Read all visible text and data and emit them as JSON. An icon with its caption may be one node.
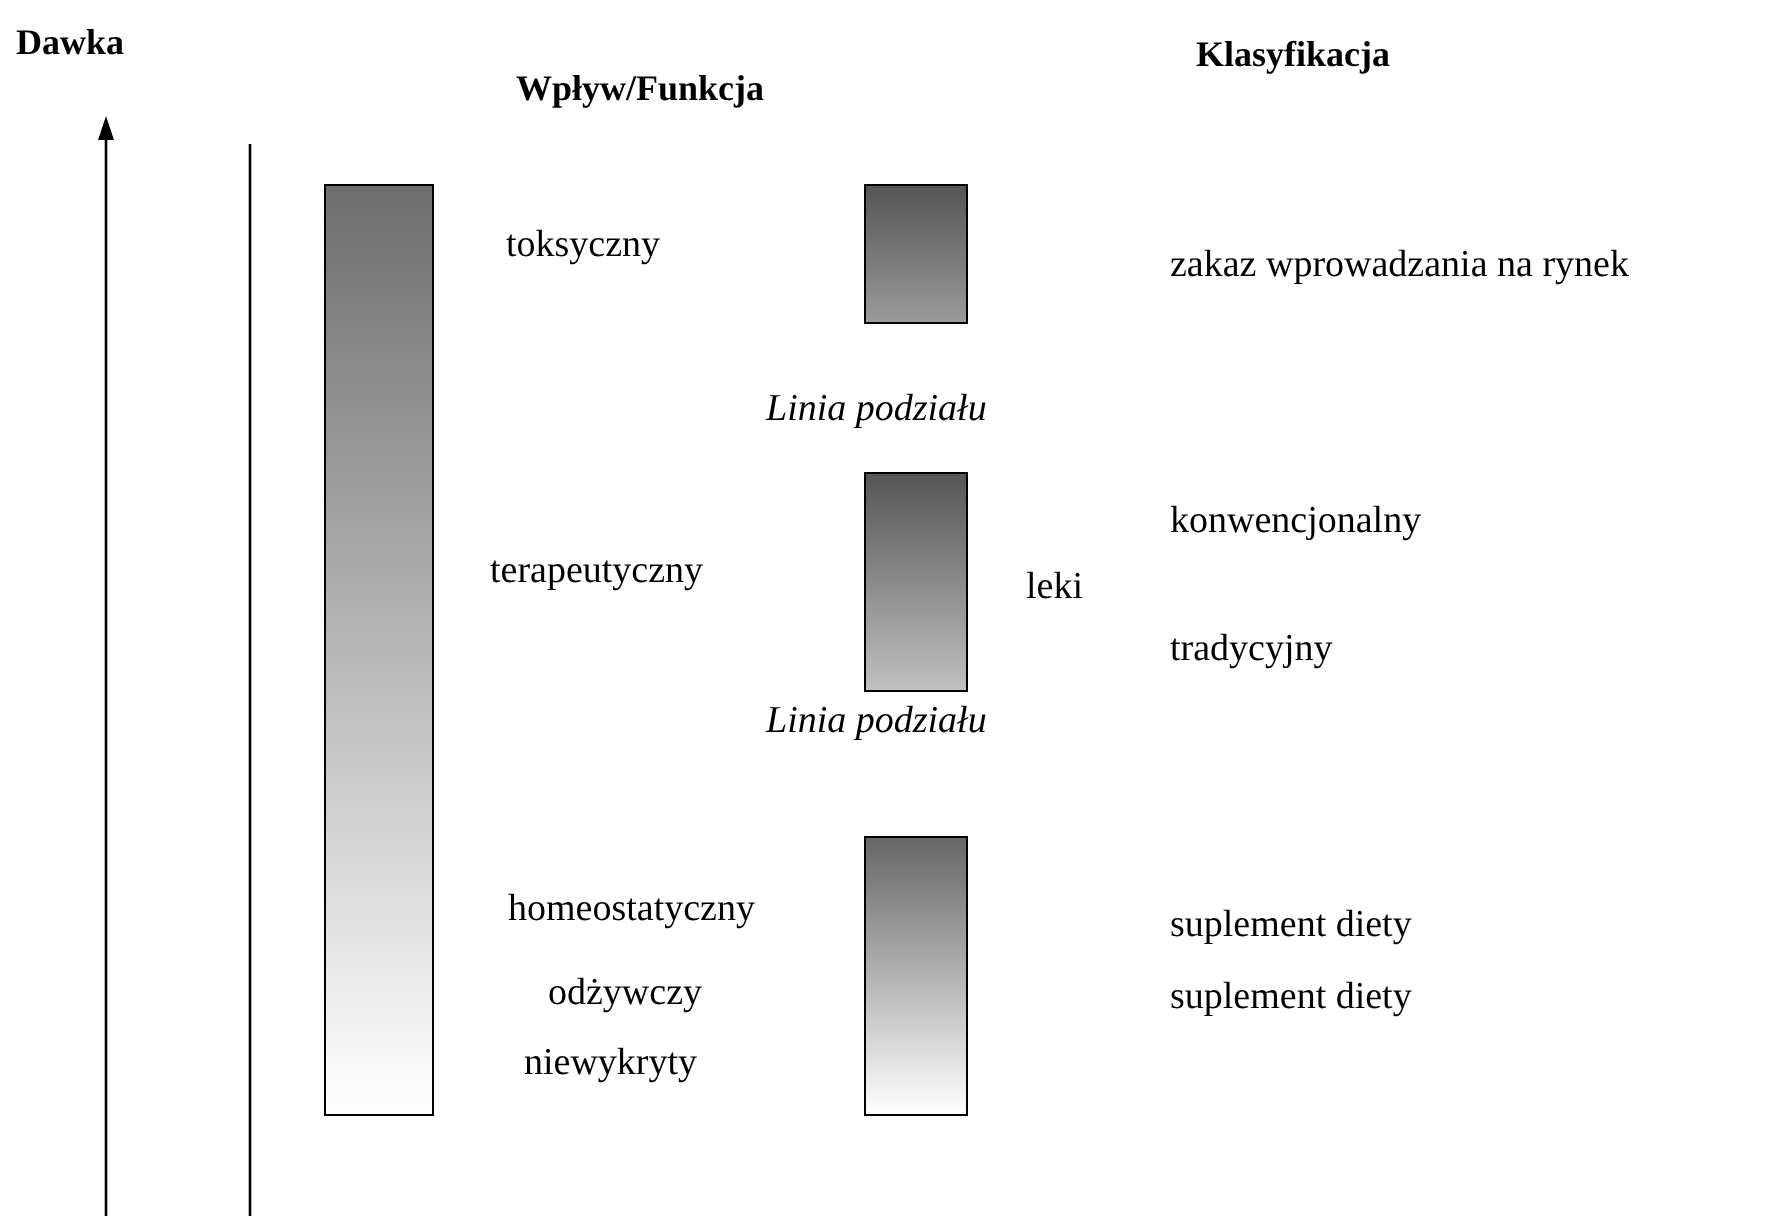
{
  "diagram": {
    "nodes": [
      {
        "text": [],
        "shape": "bar"
      },
      {
        "text": [],
        "shape": "bar"
      },
      {
        "text": [],
        "shape": "bar"
      },
      {
        "text": [],
        "shape": "bar"
      }
    ],
    "labels": [
      "Dawka",
      "Wpływ/Funkcja",
      "Klasyfikacja",
      "toksyczny",
      "zakaz wprowadzania na rynek",
      "Linia podziału",
      "konwencjonalny",
      "terapeutyczny",
      "leki",
      "tradycyjny",
      "Linia podziału",
      "homeostatyczny",
      "suplement diety",
      "odżywczy",
      "suplement diety",
      "niewykryty"
    ]
  }
}
